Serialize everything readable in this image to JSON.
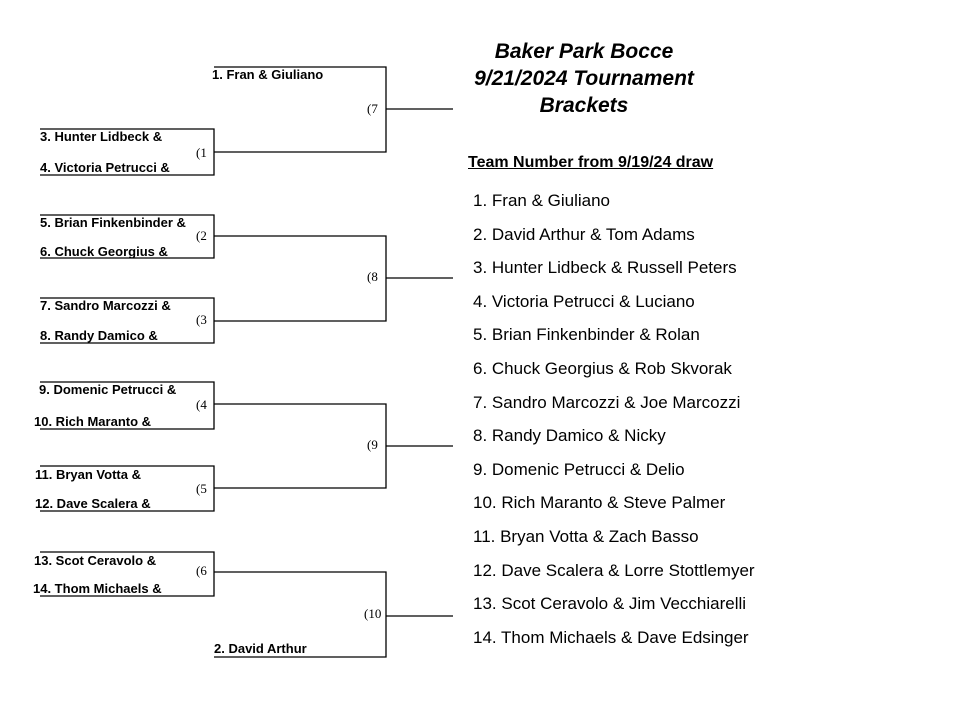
{
  "title": {
    "line1": "Baker Park Bocce",
    "line2": "9/21/2024 Tournament",
    "line3": "Brackets"
  },
  "team_list": {
    "heading": "Team Number from 9/19/24 draw",
    "teams": [
      "1. Fran & Giuliano",
      "2. David Arthur & Tom Adams",
      "3. Hunter Lidbeck & Russell Peters",
      "4. Victoria Petrucci & Luciano",
      "5. Brian Finkenbinder & Rolan",
      "6. Chuck Georgius & Rob Skvorak",
      "7. Sandro Marcozzi & Joe Marcozzi",
      "8. Randy Damico & Nicky",
      "9. Domenic Petrucci & Delio",
      "10. Rich Maranto & Steve Palmer",
      "11. Bryan Votta & Zach Basso",
      "12. Dave Scalera & Lorre Stottlemyer",
      "13. Scot Ceravolo & Jim Vecchiarelli",
      "14. Thom Michaels & Dave Edsinger"
    ]
  },
  "bracket": {
    "entries": [
      "1. Fran & Giuliano",
      "3. Hunter Lidbeck &",
      "4. Victoria Petrucci &",
      "5. Brian Finkenbinder &",
      "6. Chuck Georgius &",
      "7. Sandro Marcozzi &",
      "8. Randy Damico &",
      "9. Domenic Petrucci &",
      "10. Rich Maranto &",
      "11. Bryan Votta &",
      "12. Dave Scalera &",
      "13. Scot Ceravolo &",
      "14. Thom Michaels &",
      "2. David Arthur"
    ],
    "games": [
      "(1",
      "(2",
      "(3",
      "(4",
      "(5",
      "(6",
      "(7",
      "(8",
      "(9",
      "(10"
    ]
  }
}
